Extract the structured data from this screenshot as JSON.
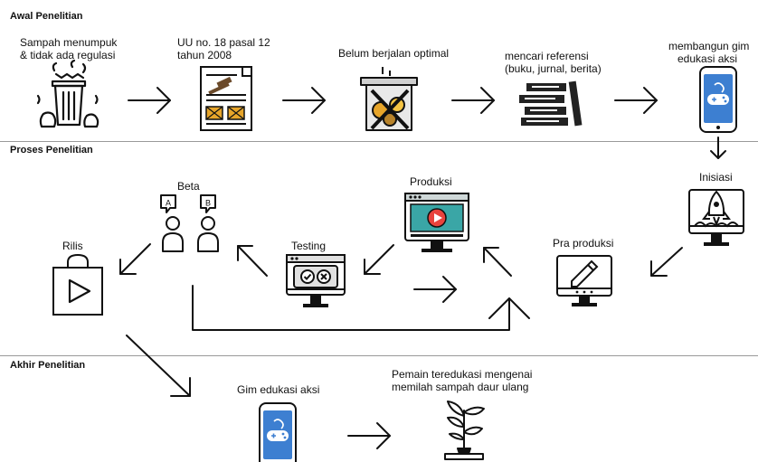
{
  "sections": {
    "awal": "Awal Penelitian",
    "proses": "Proses Penelitian",
    "akhir": "Akhir Penelitian"
  },
  "labels": {
    "sampah_1": "Sampah menumpuk",
    "sampah_2": "& tidak ada regulasi",
    "uu_1": "UU no. 18 pasal 12",
    "uu_2": "tahun 2008",
    "belum": "Belum berjalan optimal",
    "ref_1": "mencari referensi",
    "ref_2": "(buku, jurnal, berita)",
    "gim_1": "membangun gim",
    "gim_2": "edukasi aksi",
    "inisiasi": "Inisiasi",
    "pra": "Pra produksi",
    "produksi": "Produksi",
    "testing": "Testing",
    "beta": "Beta",
    "rilis": "Rilis",
    "gim_akhir": "Gim edukasi aksi",
    "pemain_1": "Pemain teredukasi mengenai",
    "pemain_2": "memilah sampah daur ulang"
  },
  "icons": {
    "trash": "trash-overflow-icon",
    "law": "law-document-icon",
    "bin": "recycle-bin-icon",
    "books": "books-icon",
    "phone": "smartphone-game-icon",
    "rocket": "rocket-monitor-icon",
    "pen": "pen-monitor-icon",
    "video": "video-monitor-icon",
    "test": "test-monitor-icon",
    "users": "ab-users-icon",
    "bag": "shopping-bag-play-icon",
    "plant": "plant-books-icon"
  },
  "colors": {
    "phone_blue": "#3d7fd1",
    "video_teal": "#3aa6a6",
    "play_red": "#e8433d",
    "gold": "#e7a52a",
    "bin_yellow": "#f5c443",
    "line": "#111111"
  },
  "beta_badges": [
    "A",
    "B"
  ]
}
